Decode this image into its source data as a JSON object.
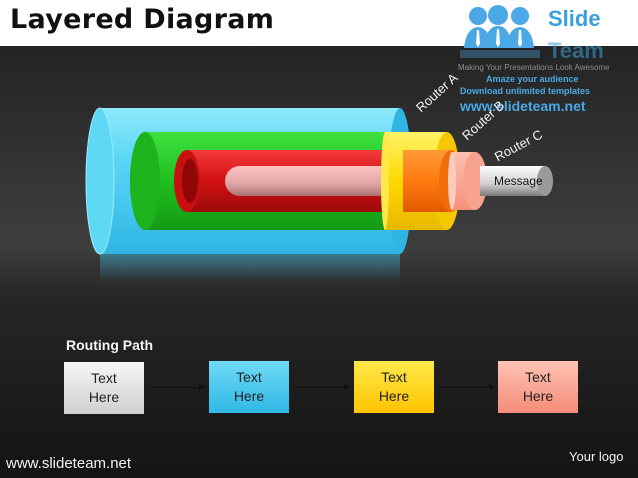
{
  "title": "Layered Diagram",
  "branding": {
    "name_line1": "Slide",
    "name_line2": "Team",
    "tagline": "Making Your Presentations Look Awesome",
    "promo_line1": "Amaze your audience",
    "promo_line2": "Download unlimited templates",
    "promo_url": "www.slideteam.net"
  },
  "layers": [
    {
      "label": "Router A",
      "color": "#4fd1f2"
    },
    {
      "label": "Router B",
      "color": "#22c422"
    },
    {
      "label": "Router C",
      "color": "#d81212"
    }
  ],
  "message_label": "Message",
  "routing": {
    "title": "Routing Path",
    "steps": [
      {
        "text": "Text\nHere",
        "color": "#e0e0e0"
      },
      {
        "text": "Text\nHere",
        "color": "#3fc8ee"
      },
      {
        "text": "Text\nHere",
        "color": "#ffd400"
      },
      {
        "text": "Text\nHere",
        "color": "#f6a08e"
      }
    ]
  },
  "footer": {
    "url": "www.slideteam.net",
    "logo_placeholder": "Your logo"
  }
}
